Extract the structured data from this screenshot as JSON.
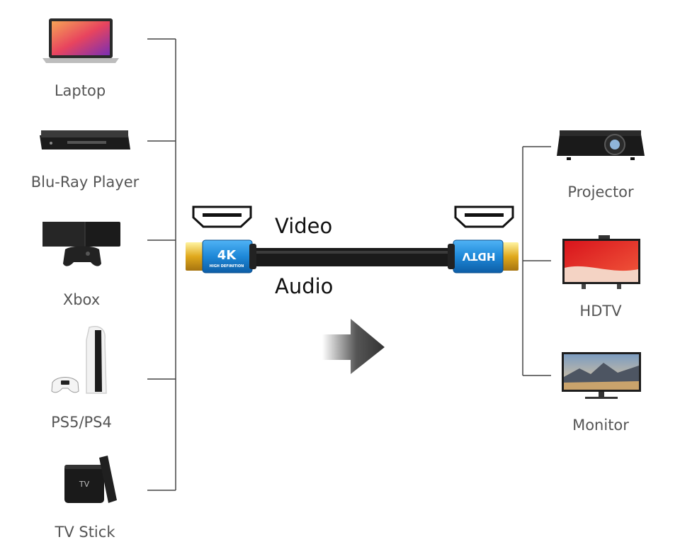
{
  "sources": [
    {
      "label": "Laptop",
      "icon": "laptop-icon"
    },
    {
      "label": "Blu-Ray Player",
      "icon": "blu-ray-player-icon"
    },
    {
      "label": "Xbox",
      "icon": "xbox-icon"
    },
    {
      "label": "PS5/PS4",
      "icon": "playstation-icon"
    },
    {
      "label": "TV Stick",
      "icon": "tv-stick-icon"
    }
  ],
  "destinations": [
    {
      "label": "Projector",
      "icon": "projector-icon"
    },
    {
      "label": "HDTV",
      "icon": "hdtv-icon"
    },
    {
      "label": "Monitor",
      "icon": "monitor-icon"
    }
  ],
  "cable": {
    "top_label": "Video",
    "bottom_label": "Audio",
    "left_plug_text": "4K",
    "left_plug_subtext": "HIGH DEFINITION",
    "right_plug_text": "HDTV",
    "tv_box_text": "TV"
  },
  "colors": {
    "plug_blue": "#1e88d8",
    "gold": "#e0a91c",
    "line": "#444444",
    "label": "#555555"
  }
}
